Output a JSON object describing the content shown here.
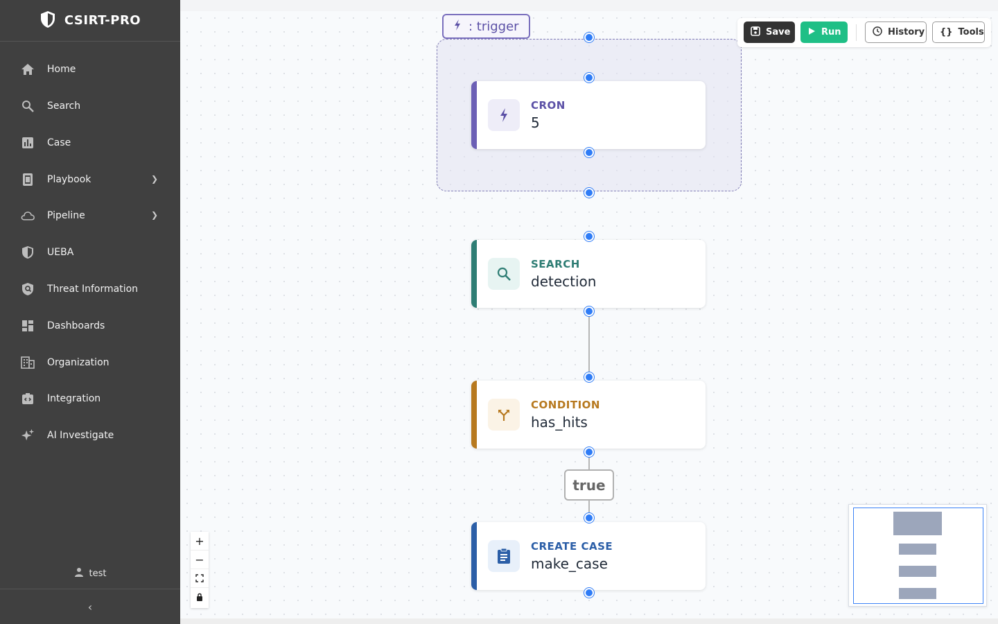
{
  "app": {
    "title": "CSIRT-PRO"
  },
  "sidebar": {
    "items": [
      {
        "label": "Home",
        "icon": "home-icon",
        "has_children": false
      },
      {
        "label": "Search",
        "icon": "search-icon",
        "has_children": false
      },
      {
        "label": "Case",
        "icon": "chart-icon",
        "has_children": false
      },
      {
        "label": "Playbook",
        "icon": "book-icon",
        "has_children": true
      },
      {
        "label": "Pipeline",
        "icon": "cloud-icon",
        "has_children": true
      },
      {
        "label": "UEBA",
        "icon": "shield-icon",
        "has_children": false
      },
      {
        "label": "Threat Information",
        "icon": "shield-search-icon",
        "has_children": false
      },
      {
        "label": "Dashboards",
        "icon": "dashboard-icon",
        "has_children": false
      },
      {
        "label": "Organization",
        "icon": "building-icon",
        "has_children": false
      },
      {
        "label": "Integration",
        "icon": "integration-icon",
        "has_children": false
      },
      {
        "label": "AI Investigate",
        "icon": "sparkle-icon",
        "has_children": false
      }
    ],
    "user": "test"
  },
  "toolbar": {
    "save_label": "Save",
    "run_label": "Run",
    "history_label": "History",
    "tools_label": "Tools"
  },
  "flow": {
    "group_label": ": trigger",
    "nodes": [
      {
        "type": "CRON",
        "name": "5",
        "accent": "#6b5fb5",
        "icon": "bolt-icon"
      },
      {
        "type": "SEARCH",
        "name": "detection",
        "accent": "#2e7d74",
        "icon": "search-icon"
      },
      {
        "type": "CONDITION",
        "name": "has_hits",
        "accent": "#b7791f",
        "icon": "branch-icon"
      },
      {
        "type": "CREATE CASE",
        "name": "make_case",
        "accent": "#2b5ea7",
        "icon": "clipboard-icon"
      }
    ],
    "edge_label": "true"
  },
  "colors": {
    "sidebar_bg": "#404040",
    "handle": "#2f7cf6",
    "run_button": "#1fbf86"
  }
}
